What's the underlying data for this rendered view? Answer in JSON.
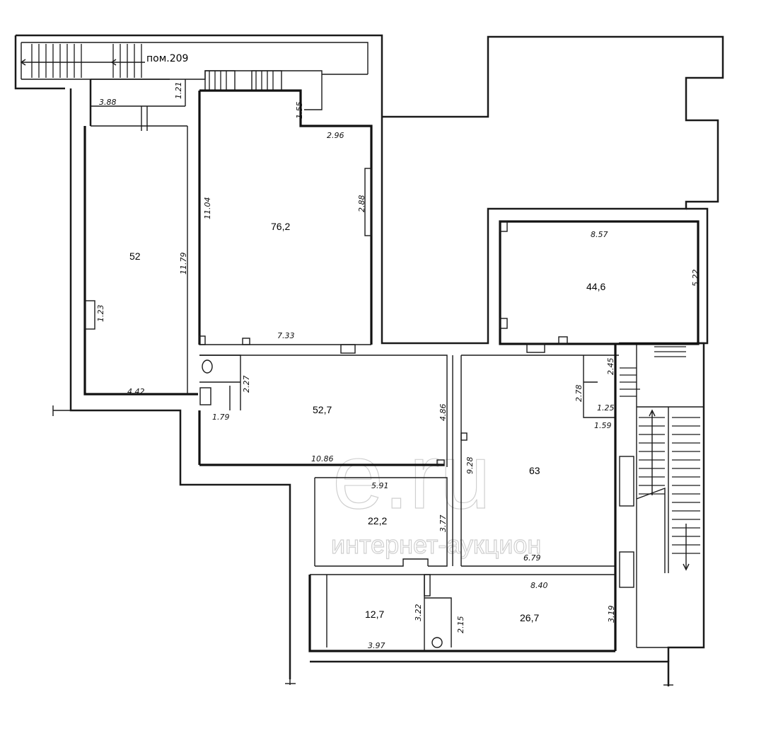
{
  "room_label": "пом.209",
  "areas": [
    {
      "id": "a52",
      "text": "52"
    },
    {
      "id": "a762",
      "text": "76,2"
    },
    {
      "id": "a446",
      "text": "44,6"
    },
    {
      "id": "a527",
      "text": "52,7"
    },
    {
      "id": "a63",
      "text": "63"
    },
    {
      "id": "a222",
      "text": "22,2"
    },
    {
      "id": "a127",
      "text": "12,7"
    },
    {
      "id": "a267",
      "text": "26,7"
    }
  ],
  "dimensions": [
    "3.88",
    "1.21",
    "1.55",
    "2.96",
    "11.04",
    "2.88",
    "7.33",
    "11.79",
    "1.23",
    "4.42",
    "8.57",
    "5.22",
    "2.27",
    "1.79",
    "4.86",
    "10.86",
    "2.45",
    "2.78",
    "1.25",
    "1.59",
    "9.28",
    "5.91",
    "3.77",
    "6.79",
    "8.40",
    "3.22",
    "2.15",
    "3.19",
    "3.97"
  ],
  "watermark": {
    "logo": "e.ru",
    "text": "интернет-аукцион"
  }
}
